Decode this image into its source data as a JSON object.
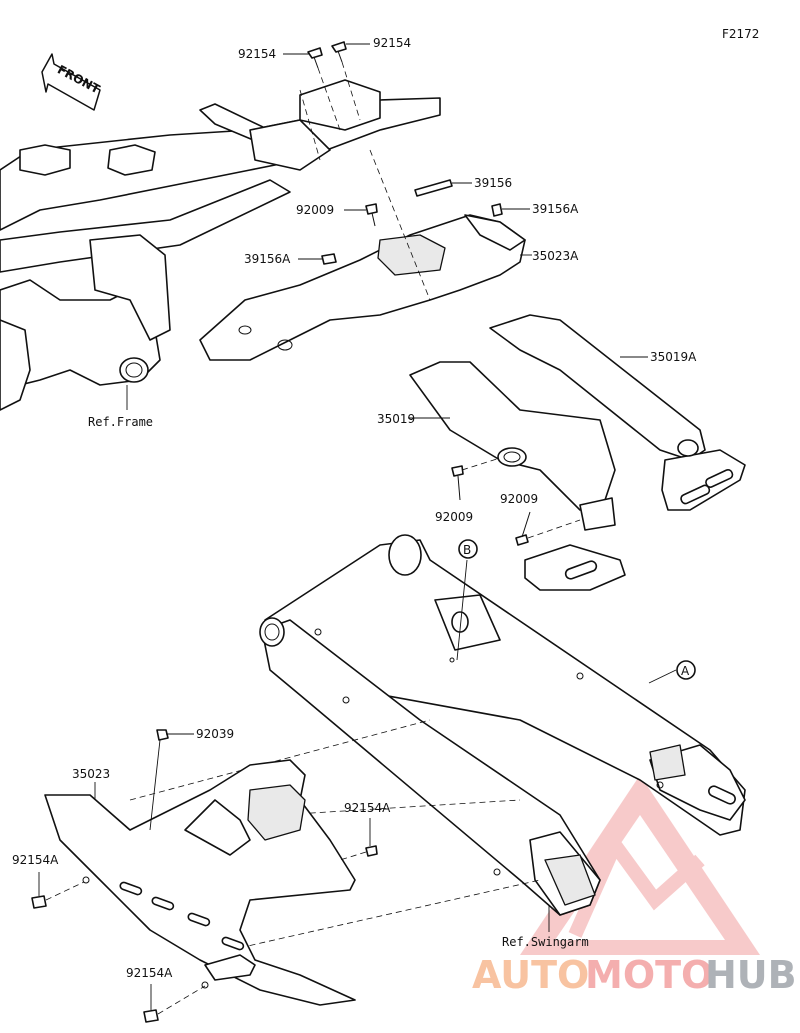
{
  "figure_code": "F2172",
  "front_label": "FRONT",
  "refs": {
    "frame": "Ref.Frame",
    "swingarm": "Ref.Swingarm"
  },
  "callouts": {
    "A": "A",
    "B": "B"
  },
  "parts": {
    "p92154_left": "92154",
    "p92154_right": "92154",
    "p39156": "39156",
    "p39156A_right": "39156A",
    "p39156A_left": "39156A",
    "p92009_top": "92009",
    "p35023A": "35023A",
    "p35019A": "35019A",
    "p35019": "35019",
    "p92009_mid": "92009",
    "p92009_low": "92009",
    "p92039": "92039",
    "p35023": "35023",
    "p92154A_mid": "92154A",
    "p92154A_left": "92154A",
    "p92154A_bottom": "92154A"
  },
  "watermark": {
    "auto": "AUTO",
    "moto": "MOTO",
    "hub": "HUB",
    "color_primary": "#f29a9a",
    "color_secondary": "#f7b58a",
    "color_hub": "#9aa0a6"
  }
}
